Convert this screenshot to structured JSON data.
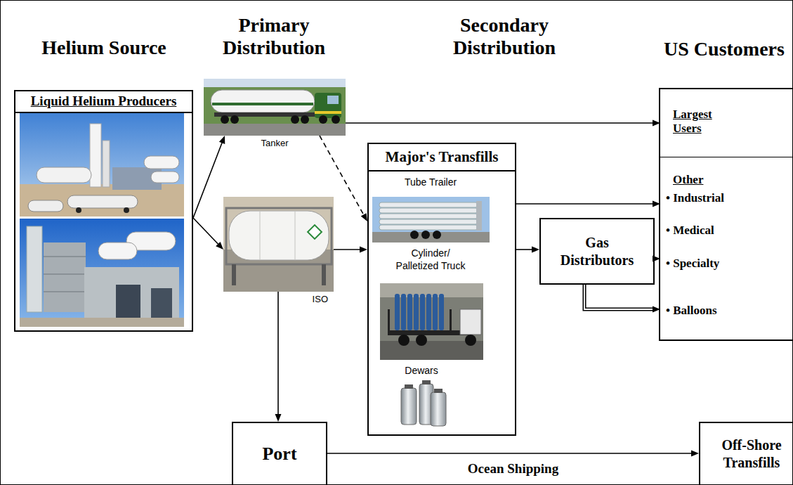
{
  "diagram": {
    "nodes": [
      {
        "text": [
          "Liquid Helium Producers"
        ]
      },
      {
        "text": [
          "Tanker"
        ]
      },
      {
        "text": [
          "ISO"
        ]
      },
      {
        "text": [
          "Major's Transfills"
        ]
      },
      {
        "text": [
          "Gas Distributors"
        ]
      },
      {
        "text": [
          "US Customers"
        ]
      },
      {
        "text": [
          "Largest Users"
        ],
        "in": 5
      },
      {
        "text": [
          "Other",
          "• Industrial",
          "• Medical",
          "• Specialty",
          "• Balloons"
        ],
        "in": 5
      },
      {
        "text": [
          "Port"
        ]
      },
      {
        "text": [
          "Off-Shore Transfills"
        ]
      }
    ],
    "edges": [
      {
        "from": 0,
        "to": 1,
        "arrow": "to"
      },
      {
        "from": 0,
        "to": 2,
        "arrow": "to"
      },
      {
        "from": 1,
        "to": 6,
        "arrow": "to"
      },
      {
        "from": 1,
        "to": 3,
        "arrow": "to"
      },
      {
        "from": 2,
        "to": 3,
        "arrow": "to"
      },
      {
        "from": 3,
        "to": 7,
        "arrow": "to"
      },
      {
        "from": 3,
        "to": 4,
        "arrow": "to"
      },
      {
        "from": 4,
        "to": 7,
        "arrow": "to"
      },
      {
        "from": 4,
        "to": 7,
        "arrow": "to"
      },
      {
        "from": 2,
        "to": 8,
        "arrow": "to"
      },
      {
        "from": 8,
        "to": 9,
        "label": "Ocean Shipping",
        "arrow": "to"
      }
    ],
    "labels": [
      "Helium Source",
      "Primary Distribution",
      "Secondary Distribution",
      "Tube Trailer",
      "Cylinder/ Palletized Truck",
      "Dewars"
    ]
  }
}
